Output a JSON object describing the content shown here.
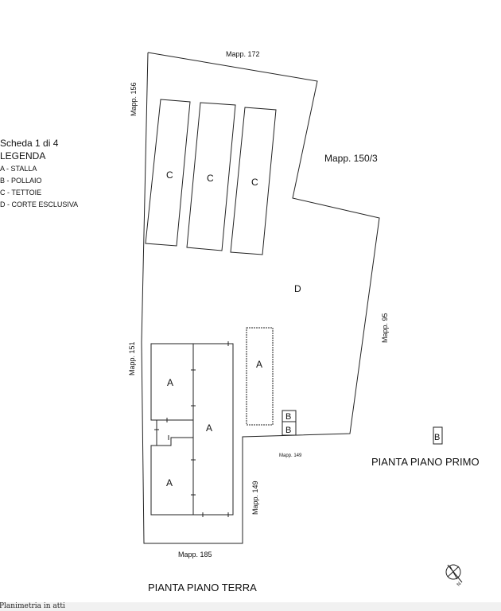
{
  "legend": {
    "sheet": "Scheda 1 di 4",
    "title": "LEGENDA",
    "items": [
      "A - STALLA",
      "B - POLLAIO",
      "C - TETTOIE",
      "D - CORTE ESCLUSIVA"
    ]
  },
  "labels": {
    "mapp_172": "Mapp. 172",
    "mapp_156": "Mapp. 156",
    "mapp_150_3": "Mapp. 150/3",
    "mapp_95": "Mapp. 95",
    "mapp_151": "Mapp. 151",
    "mapp_149_small": "Mapp. 149",
    "mapp_149_vert": "Mapp. 149",
    "mapp_185": "Mapp. 185"
  },
  "areas": {
    "c1": "C",
    "c2": "C",
    "c3": "C",
    "d": "D",
    "a_top_left": "A",
    "a_bottom_left": "A",
    "a_main": "A",
    "a_small": "A",
    "b1": "B",
    "b2": "B",
    "b_first_floor": "B"
  },
  "titles": {
    "ground_floor": "PIANTA PIANO TERRA",
    "first_floor": "PIANTA PIANO PRIMO"
  },
  "footer": "Planimetria in atti",
  "compass": "N"
}
